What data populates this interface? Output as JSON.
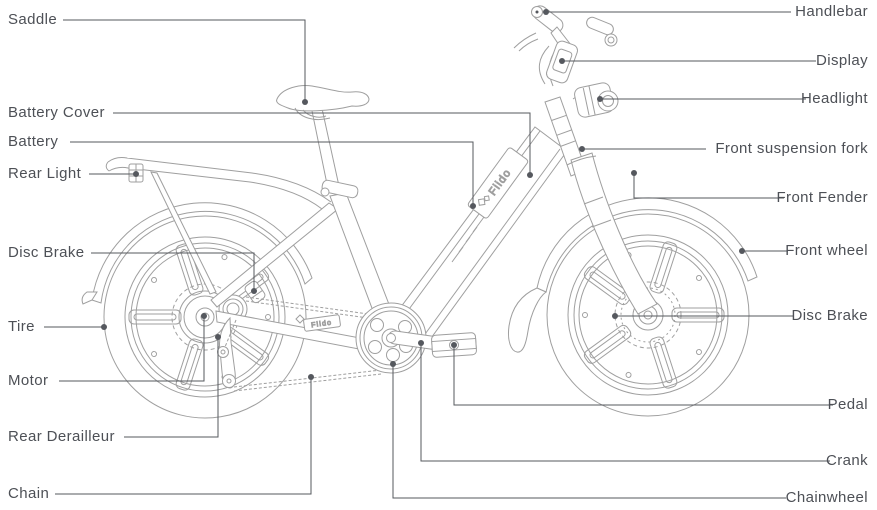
{
  "diagram": {
    "type": "labeled-parts-diagram",
    "subject": "Electric bicycle (e-bike) parts diagram, line-art side view",
    "brand": "Fiido",
    "frame_logo_text": "Fiido",
    "chainstay_logo_text": "Fiido",
    "colors": {
      "background": "#ffffff",
      "line_art": "#9f9f9f",
      "callout_line": "#55585e",
      "label_text": "#4d5056"
    },
    "labels_left": [
      {
        "text": "Saddle"
      },
      {
        "text": "Battery Cover"
      },
      {
        "text": "Battery"
      },
      {
        "text": "Rear Light"
      },
      {
        "text": "Disc Brake"
      },
      {
        "text": "Tire"
      },
      {
        "text": "Motor"
      },
      {
        "text": "Rear Derailleur"
      },
      {
        "text": "Chain"
      }
    ],
    "labels_right": [
      {
        "text": "Handlebar"
      },
      {
        "text": "Display"
      },
      {
        "text": "Headlight"
      },
      {
        "text": "Front suspension fork"
      },
      {
        "text": "Front Fender"
      },
      {
        "text": "Front wheel"
      },
      {
        "text": "Disc Brake"
      },
      {
        "text": "Pedal"
      },
      {
        "text": "Crank"
      },
      {
        "text": "Chainwheel"
      }
    ]
  }
}
